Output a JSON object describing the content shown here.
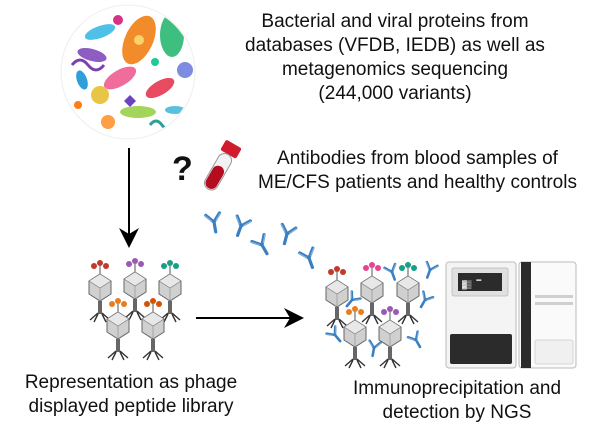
{
  "sources_text": [
    "Bacterial and viral proteins from",
    "databases (VFDB, IEDB) as well as",
    "metagenomics sequencing",
    "(244,000 variants)"
  ],
  "antibodies_text": [
    "Antibodies from blood samples of",
    "ME/CFS patients and healthy controls"
  ],
  "question_mark": "?",
  "library_text": [
    "Representation as phage",
    "displayed peptide library"
  ],
  "ip_text": [
    "Immunoprecipitation and",
    "detection by NGS"
  ],
  "icons": {
    "microbes": "microbe-collage-icon",
    "blood_tube": "blood-tube-icon",
    "antibody": "antibody-icon",
    "phage": "phage-icon",
    "sequencer": "ngs-sequencer-icon"
  },
  "colors": {
    "antibody": "#3a7fc1",
    "blood": "#b30d1f",
    "phage_body": "#c8c8c8",
    "sequencer": "#2b2b2b"
  }
}
